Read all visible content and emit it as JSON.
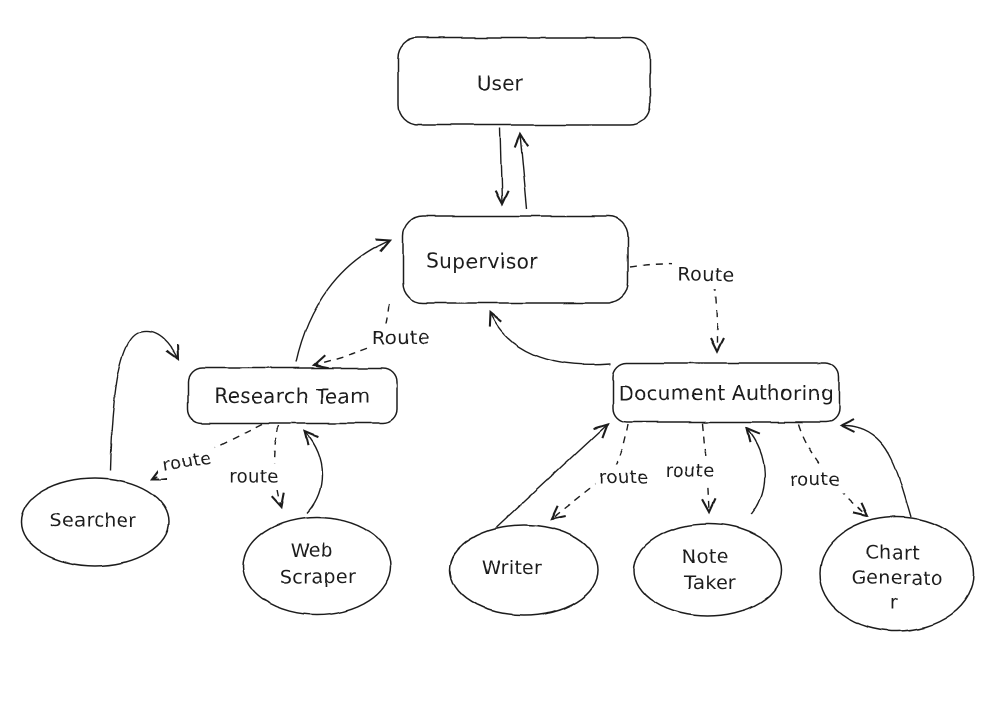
{
  "diagram": {
    "background": "#ffffff",
    "ink": "#1e1e1e",
    "style": "hand-drawn flowchart",
    "nodes": {
      "user": {
        "label": "User",
        "shape": "rounded-rect"
      },
      "supervisor": {
        "label": "Supervisor",
        "shape": "rounded-rect"
      },
      "research_team": {
        "label": "Research Team",
        "shape": "rounded-rect"
      },
      "document_authoring": {
        "label": "Document Authoring",
        "shape": "rounded-rect"
      },
      "searcher": {
        "label": "Searcher",
        "shape": "ellipse"
      },
      "web_scraper": {
        "label": "Web Scraper",
        "line1": "Web",
        "line2": "Scraper",
        "shape": "ellipse"
      },
      "writer": {
        "label": "Writer",
        "shape": "ellipse"
      },
      "note_taker": {
        "label": "Note Taker",
        "line1": "Note",
        "line2": "Taker",
        "shape": "ellipse"
      },
      "chart_generator": {
        "label": "Chart Generator",
        "line1": "Chart",
        "line2": "Generato",
        "line3": "r",
        "shape": "ellipse"
      }
    },
    "edge_labels": {
      "route_to_research": "Route",
      "route_to_authoring": "Route",
      "route_to_searcher": "route",
      "route_to_scraper": "route",
      "route_to_writer": "route",
      "route_to_note": "route",
      "route_to_chart": "route"
    },
    "edges": [
      {
        "from": "user",
        "to": "supervisor",
        "style": "solid-arrow",
        "label": ""
      },
      {
        "from": "supervisor",
        "to": "user",
        "style": "solid-arrow",
        "label": ""
      },
      {
        "from": "supervisor",
        "to": "research_team",
        "style": "dashed-arrow",
        "label": "Route"
      },
      {
        "from": "supervisor",
        "to": "document_authoring",
        "style": "dashed-arrow",
        "label": "Route"
      },
      {
        "from": "research_team",
        "to": "supervisor",
        "style": "solid-arrow",
        "label": ""
      },
      {
        "from": "document_authoring",
        "to": "supervisor",
        "style": "solid-arrow",
        "label": ""
      },
      {
        "from": "research_team",
        "to": "searcher",
        "style": "dashed-arrow",
        "label": "route"
      },
      {
        "from": "searcher",
        "to": "research_team",
        "style": "solid-arrow",
        "label": ""
      },
      {
        "from": "research_team",
        "to": "web_scraper",
        "style": "dashed-arrow",
        "label": "route"
      },
      {
        "from": "web_scraper",
        "to": "research_team",
        "style": "solid-arrow",
        "label": ""
      },
      {
        "from": "document_authoring",
        "to": "writer",
        "style": "dashed-arrow",
        "label": "route"
      },
      {
        "from": "writer",
        "to": "document_authoring",
        "style": "solid-arrow",
        "label": ""
      },
      {
        "from": "document_authoring",
        "to": "note_taker",
        "style": "dashed-arrow",
        "label": "route"
      },
      {
        "from": "note_taker",
        "to": "document_authoring",
        "style": "solid-arrow",
        "label": ""
      },
      {
        "from": "document_authoring",
        "to": "chart_generator",
        "style": "dashed-arrow",
        "label": "route"
      },
      {
        "from": "chart_generator",
        "to": "document_authoring",
        "style": "solid-arrow",
        "label": ""
      }
    ]
  }
}
